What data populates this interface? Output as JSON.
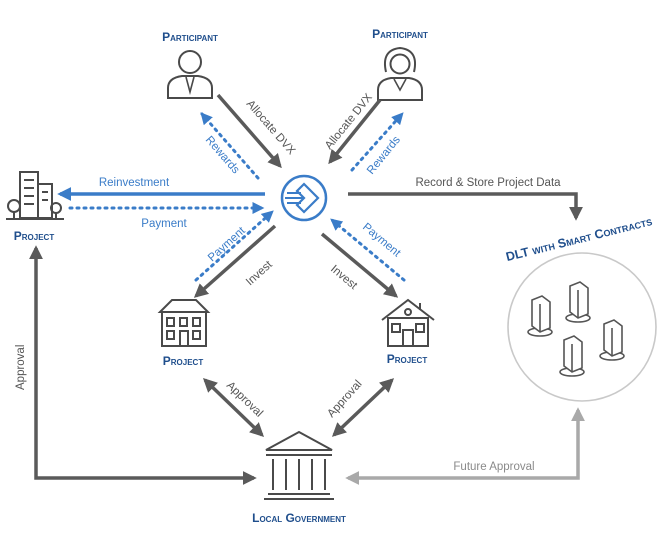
{
  "nodes": {
    "participant_left": "Participant",
    "participant_right": "Participant",
    "project_left": "Project",
    "project_house_left": "Project",
    "project_house_right": "Project",
    "local_government": "Local Government",
    "dlt": "DLT with Smart Contracts"
  },
  "edges": {
    "allocate_left": "Allocate DVX",
    "rewards_left": "Rewards",
    "allocate_right": "Allocate DVX",
    "rewards_right": "Rewards",
    "reinvestment": "Reinvestment",
    "payment": "Payment",
    "record_store": "Record & Store Project Data",
    "payment_lower_left": "Payment",
    "invest_lower_left": "Invest",
    "payment_lower_right": "Payment",
    "invest_lower_right": "Invest",
    "approval_left_house": "Approval",
    "approval_right_house": "Approval",
    "approval_project": "Approval",
    "future_approval": "Future Approval"
  },
  "colors": {
    "dark_arrow": "#5a5a5a",
    "light_arrow": "#a9a9a9",
    "blue": "#3a7cc8",
    "title_blue": "#1f4e8c",
    "icon_gray": "#4a4a4a"
  },
  "icons": {
    "participant_left": "businessman-icon",
    "participant_right": "businesswoman-icon",
    "hub": "dvx-logo-icon",
    "project_left": "city-buildings-icon",
    "project_house_left": "townhouse-icon",
    "project_house_right": "house-icon",
    "local_government": "government-building-icon",
    "dlt": "server-nodes-icon"
  }
}
